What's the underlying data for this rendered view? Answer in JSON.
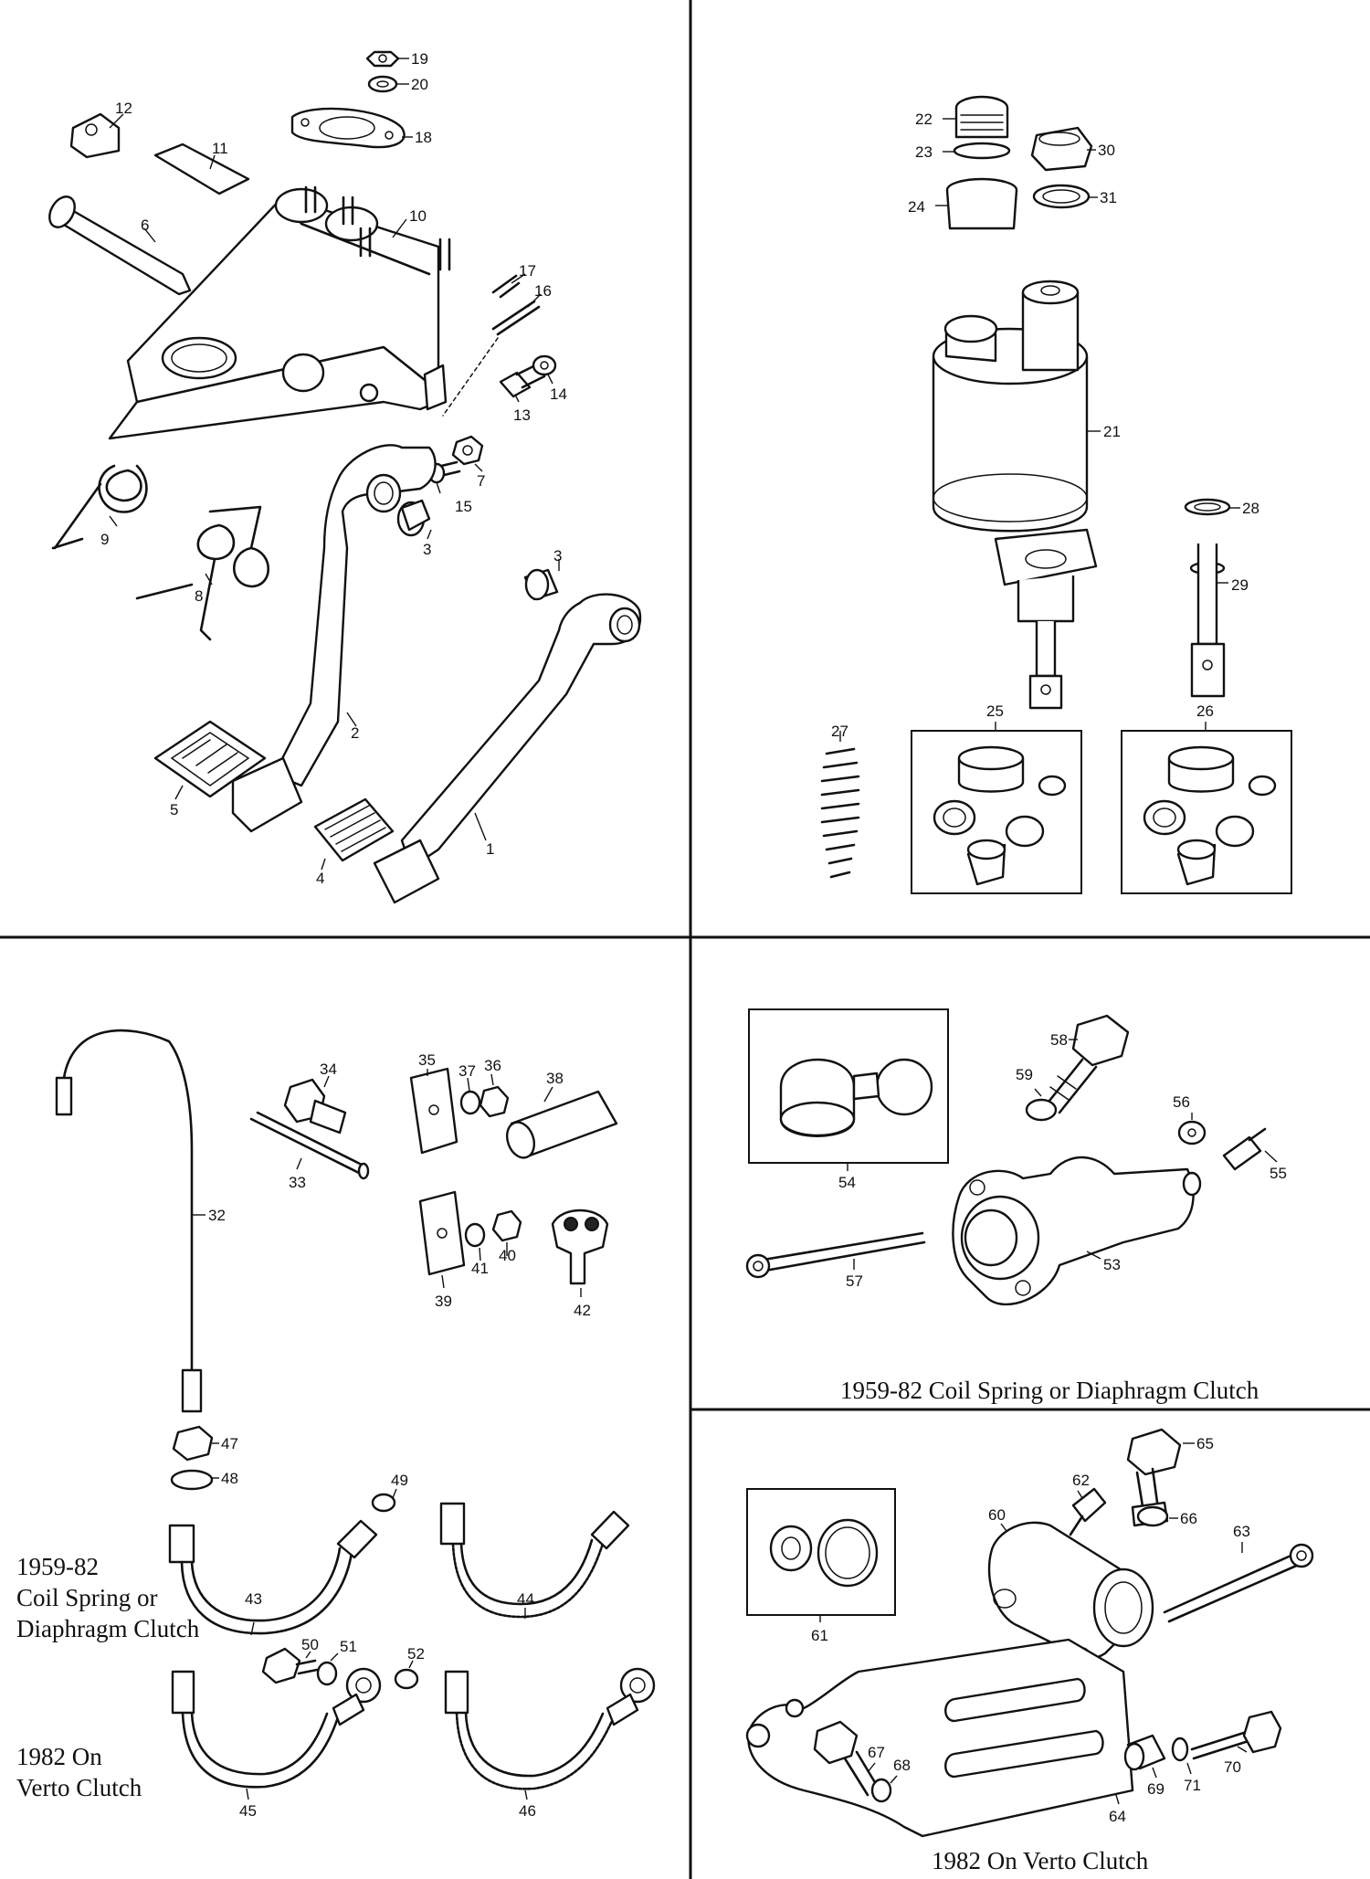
{
  "captions": {
    "tr_coil": "1959-82 Coil Spring or Diaphragm Clutch",
    "tr_verto": "1982 On Verto Clutch",
    "bl_coil_line1": "1959-82",
    "bl_coil_line2": "Coil Spring or",
    "bl_coil_line3": "Diaphragm Clutch",
    "bl_verto_line1": "1982 On",
    "bl_verto_line2": "Verto Clutch"
  },
  "callouts": [
    "1",
    "2",
    "3",
    "3",
    "4",
    "5",
    "6",
    "7",
    "8",
    "9",
    "10",
    "11",
    "12",
    "13",
    "14",
    "15",
    "16",
    "17",
    "18",
    "19",
    "20",
    "21",
    "22",
    "23",
    "24",
    "25",
    "26",
    "27",
    "28",
    "29",
    "30",
    "31",
    "32",
    "33",
    "34",
    "35",
    "36",
    "37",
    "38",
    "39",
    "40",
    "41",
    "42",
    "43",
    "44",
    "45",
    "46",
    "47",
    "48",
    "49",
    "50",
    "51",
    "52",
    "53",
    "54",
    "55",
    "56",
    "57",
    "58",
    "59",
    "60",
    "61",
    "62",
    "63",
    "64",
    "65",
    "66",
    "67",
    "68",
    "69",
    "70",
    "71"
  ]
}
